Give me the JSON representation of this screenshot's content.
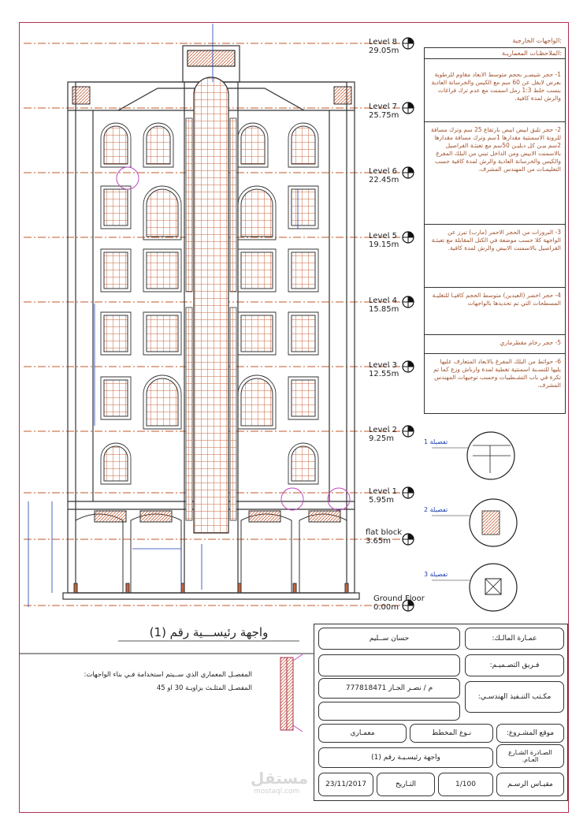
{
  "levels": [
    {
      "label": "Level 8",
      "value": "29.05m"
    },
    {
      "label": "Level 7",
      "value": "25.75m"
    },
    {
      "label": "Level 6",
      "value": "22.45m"
    },
    {
      "label": "Level 5",
      "value": "19.15m"
    },
    {
      "label": "Level 4",
      "value": "15.85m"
    },
    {
      "label": "Level 3",
      "value": "12.55m"
    },
    {
      "label": "Level 2",
      "value": "9.25m"
    },
    {
      "label": "Level 1",
      "value": "5.95m"
    },
    {
      "label": "flat block",
      "value": "3.65m"
    },
    {
      "label": "Ground Floor",
      "value": "0.00m"
    }
  ],
  "notes": {
    "header": "الواجهات الخارجية:",
    "subheader": "الملاحظـات المعماريـة:",
    "items": [
      "1- حجر شيصـر بحجم متوسط الابعاد مقاوم للرطوبة بعرض لايقل عن 60 سم مع الكيس والخرسانة العادية بنسب خلط 1:3 رمل اسمنت مع عدم ترك فراغات والرش لمدة كافية.",
      "2- حجر تلبق ابيض ابيض بارتفاع 25 سم وترك مسافة للرونة الاسمنتية مقدارها 1سم وترك مسافة مقدارها 2سم بيـن كل دبليـن 50سم مع تعبئـة الفراصيل بالاسمنت الابيض ومن الداخل تبني من البلك المفرغ والكيس والخرسانة العادية والرش لمدة كافية حسب التعليمـات من المهندس المشرف.",
      "3- البروزات من الحجر الاحمر (مارب) تبرز عن الواجهة كلا حسب موضعة في الكتل المقابلة مع تعبئـة الفراصيل بالاسمنت الابيض والرش لمدة كافية.",
      "4- حجر اخضر (العبدين) متوسط الحجم كافيـا للتغليـة المسطحات التي تم تحديدها بالواجهات",
      "5- حجر رخام مقطرماري",
      "6- حوائط من البلك المفرغ بالابعاد المتعارف عليها يليها للتسـنة اسمنتية تغطية لمدة وارباش وزع كما تم تكرة في باب التشـطيبات وحسب توجيهات المهندس المشرف."
    ]
  },
  "details": [
    "تفصيلة 1",
    "تفصيلة 2",
    "تفصيلة 3"
  ],
  "drawing_title": "واجهة رئيســـية رقم (1)",
  "side_note": {
    "line1": "المفصـل المعماري الذي ســيتم استخدامة فـي بناء الواجهات:",
    "line2": "المفصـل المثلـث بزاويـة 30 او 45"
  },
  "title_block": {
    "building_label": "عمـارة المالـك:",
    "building_value": "حسان ســليم",
    "design_team_label": "فـريق التصـميـم:",
    "office_label": "مكـتب التنـفيذ الهندسـي:",
    "engineer_value": "م / نصـر الجـاز 777818471",
    "location_label": "موقع المشـروع:",
    "location_value": "الصـادرة الشـارع العـام.",
    "plan_type_label": "نـوع المخطط",
    "plan_type_value": "معمـاري",
    "sheet_value": "واجهة رئيسـيـة رقم (1)",
    "scale_label": "مقيـاس الرسـم",
    "scale_value": "1/100",
    "date_label": "التـاريخ",
    "date_value": "23/11/2017"
  },
  "watermark": "مستقل",
  "watermark_url": "mostaql.com",
  "colors": {
    "frame": "#b03050",
    "brick": "#c8643c",
    "dim": "#1e3fb0",
    "level_line": "#c05a28"
  }
}
